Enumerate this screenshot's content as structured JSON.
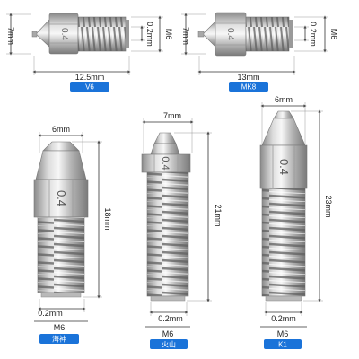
{
  "nozzles": [
    {
      "name": "V6",
      "marking": "0.4",
      "length": "7mm",
      "width": "12.5mm",
      "thread": "M6",
      "orifice": "0.2mm"
    },
    {
      "name": "MK8",
      "marking": "0.4",
      "length": "7mm",
      "width": "13mm",
      "thread": "M6",
      "orifice": "0.2mm"
    },
    {
      "name": "海神",
      "marking": "0.4",
      "width": "6mm",
      "length": "18mm",
      "orifice": "0.2mm",
      "thread": "M6"
    },
    {
      "name": "火山",
      "marking": "0.4",
      "width": "7mm",
      "length": "21mm",
      "orifice": "0.2mm",
      "thread": "M6"
    },
    {
      "name": "K1",
      "marking": "0.4",
      "width": "6mm",
      "length": "23mm",
      "orifice": "0.2mm",
      "thread": "M6"
    }
  ],
  "colors": {
    "badge": "#1a73d9",
    "dimension_line": "#333333",
    "steel_light": "#e6e6e6",
    "steel_dark": "#8c8c8c"
  }
}
